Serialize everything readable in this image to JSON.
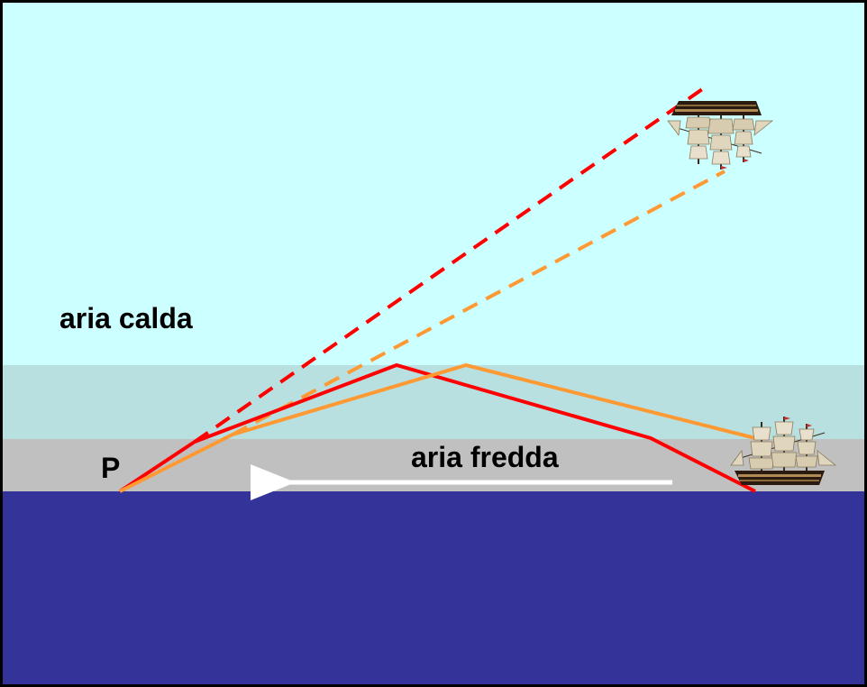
{
  "labels": {
    "warm_air": "aria calda",
    "cold_air": "aria fredda",
    "observer": "P"
  },
  "colors": {
    "sky_warm": "#ccffff",
    "transition_layer": "#b8e0e0",
    "cold_layer": "#c0c0c0",
    "sea": "#333399",
    "ray_red": "#ff0000",
    "ray_orange": "#ff9933",
    "arrow": "#ffffff",
    "border": "#000000"
  },
  "icons": {
    "real_ship": "sailing-ship-icon",
    "mirage_ship": "inverted-sailing-ship-icon"
  }
}
